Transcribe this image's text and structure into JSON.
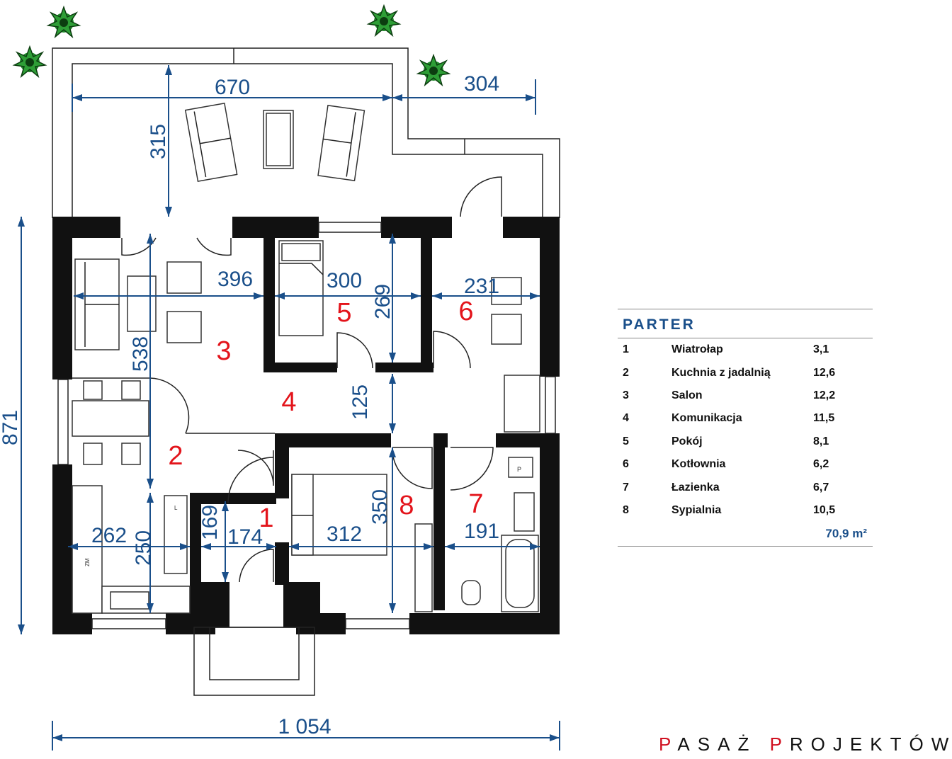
{
  "dimensions": {
    "d670": "670",
    "d304": "304",
    "d315": "315",
    "d871": "871",
    "d396": "396",
    "d300": "300",
    "d269": "269",
    "d231": "231",
    "d538": "538",
    "d125": "125",
    "d262": "262",
    "d250": "250",
    "d169": "169",
    "d174": "174",
    "d312": "312",
    "d350": "350",
    "d191": "191",
    "d1054": "1 054"
  },
  "room_labels": [
    "1",
    "2",
    "3",
    "4",
    "5",
    "6",
    "7",
    "8"
  ],
  "fixture_labels": {
    "p": "P",
    "l": "L",
    "zm": "ZM"
  },
  "legend": {
    "title": "PARTER",
    "rows": [
      {
        "num": "1",
        "name": "Wiatrołap",
        "area": "3,1"
      },
      {
        "num": "2",
        "name": "Kuchnia z jadalnią",
        "area": "12,6"
      },
      {
        "num": "3",
        "name": "Salon",
        "area": "12,2"
      },
      {
        "num": "4",
        "name": "Komunikacja",
        "area": "11,5"
      },
      {
        "num": "5",
        "name": "Pokój",
        "area": "8,1"
      },
      {
        "num": "6",
        "name": "Kotłownia",
        "area": "6,2"
      },
      {
        "num": "7",
        "name": "Łazienka",
        "area": "6,7"
      },
      {
        "num": "8",
        "name": "Sypialnia",
        "area": "10,5"
      }
    ],
    "total": "70,9 m²"
  },
  "brand": {
    "p1": "P",
    "r1": "ASAŻ ",
    "p2": "P",
    "r2": "ROJEKTÓW"
  },
  "colors": {
    "dimension": "#1a4f8a",
    "room_number": "#e3141b",
    "wall": "#111111",
    "plant": "#1f8a2a"
  }
}
